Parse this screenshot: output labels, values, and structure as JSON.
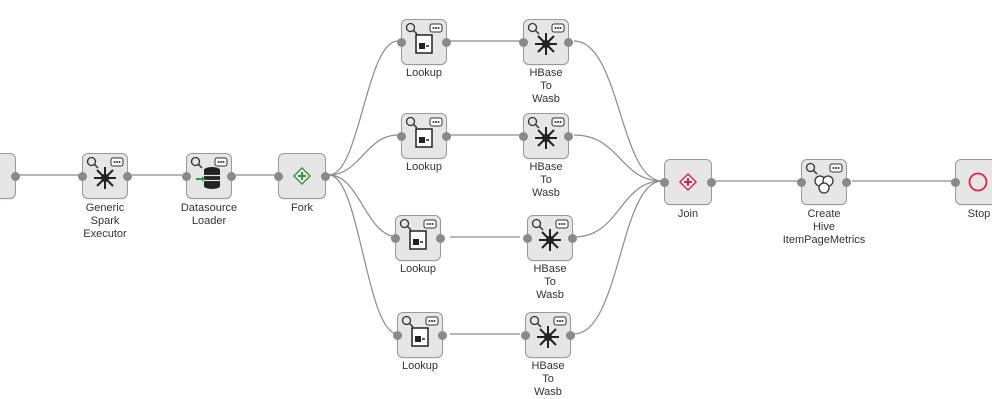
{
  "nodes": {
    "executor": {
      "label": [
        "Generic",
        "Spark",
        "Executor"
      ]
    },
    "loader": {
      "label": [
        "Datasource",
        "Loader"
      ]
    },
    "fork": {
      "label": [
        "Fork"
      ]
    },
    "lookup1": {
      "label": [
        "Lookup"
      ]
    },
    "lookup2": {
      "label": [
        "Lookup"
      ]
    },
    "lookup3": {
      "label": [
        "Lookup"
      ]
    },
    "lookup4": {
      "label": [
        "Lookup"
      ]
    },
    "wasb1": {
      "label": [
        "HBase",
        "To",
        "Wasb"
      ]
    },
    "wasb2": {
      "label": [
        "HBase",
        "To",
        "Wasb"
      ]
    },
    "wasb3": {
      "label": [
        "HBase",
        "To",
        "Wasb"
      ]
    },
    "wasb4": {
      "label": [
        "HBase",
        "To",
        "Wasb"
      ]
    },
    "join": {
      "label": [
        "Join"
      ]
    },
    "hive": {
      "label": [
        "Create",
        "Hive",
        "ItemPageMetrics"
      ]
    },
    "stop": {
      "label": [
        "Stop"
      ]
    }
  },
  "colors": {
    "fork_accent": "#2e9a3c",
    "join_accent": "#e0224a",
    "stop_accent": "#e0224a",
    "edge": "#8c8c8c",
    "node_fill": "#e6e6e6"
  }
}
